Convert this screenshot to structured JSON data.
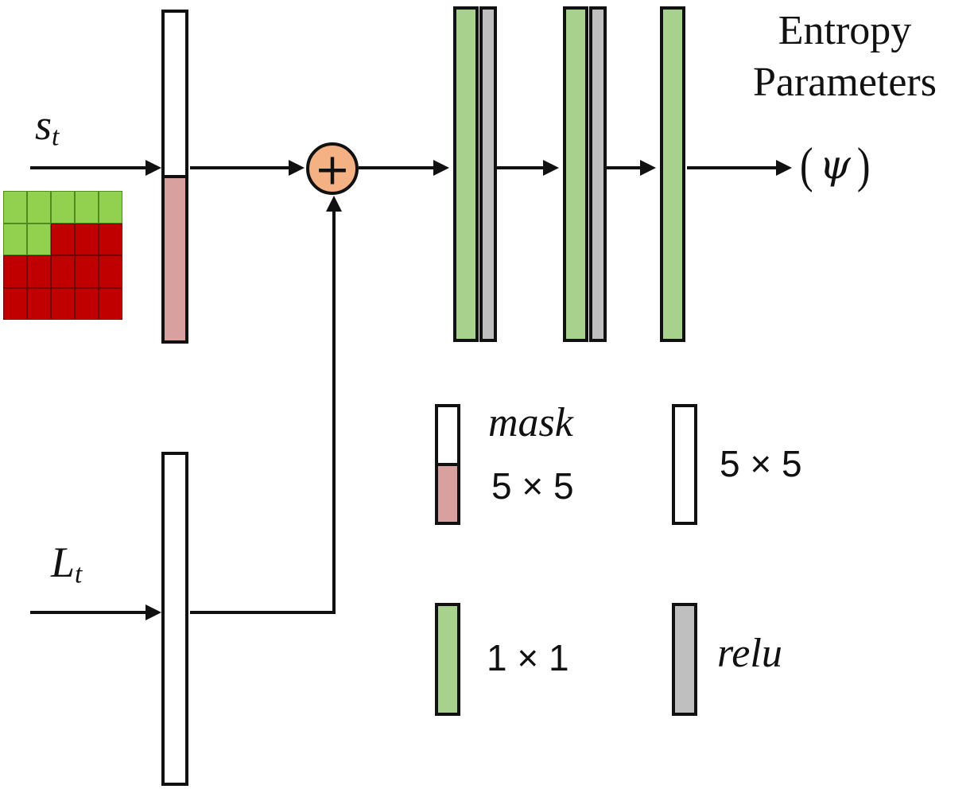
{
  "colors": {
    "green": "#A9D18E",
    "gray": "#BFBFBF",
    "pink": "#D9A0A0",
    "orange": "#F4B183",
    "grid_green": "#92D050",
    "grid_red": "#C00000"
  },
  "inputs": {
    "s": {
      "base": "s",
      "sub": "t"
    },
    "L": {
      "base": "L",
      "sub": "t"
    }
  },
  "output": {
    "line1": "Entropy",
    "line2": "Parameters",
    "paren_open": "(",
    "symbol": "ψ",
    "paren_close": ")"
  },
  "add_node": {
    "symbol": "+"
  },
  "legend": {
    "mask_label": "mask",
    "mask_size": "5 × 5",
    "conv5_label": "5 × 5",
    "conv1_label": "1 × 1",
    "relu_label": "relu"
  },
  "context_grid": {
    "rows": [
      [
        "G",
        "G",
        "G",
        "G",
        "G"
      ],
      [
        "G",
        "G",
        "R",
        "R",
        "R"
      ],
      [
        "R",
        "R",
        "R",
        "R",
        "R"
      ],
      [
        "R",
        "R",
        "R",
        "R",
        "R"
      ]
    ]
  }
}
